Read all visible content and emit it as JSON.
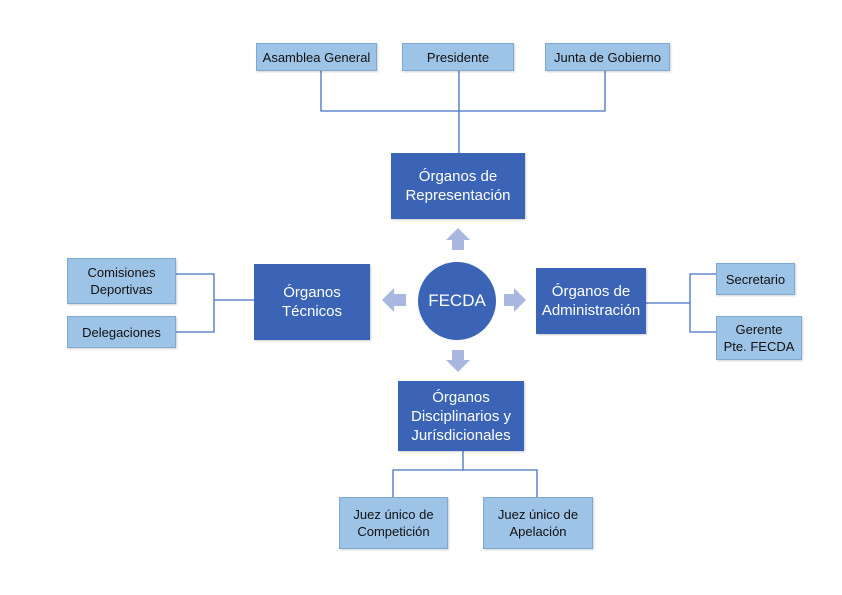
{
  "center": {
    "label": "FECDA"
  },
  "representacion": {
    "label": "Órganos de\nRepresentación",
    "children": [
      "Asamblea General",
      "Presidente",
      "Junta de Gobierno"
    ]
  },
  "tecnicos": {
    "label": "Órganos\nTécnicos",
    "children": [
      "Comisiones\nDeportivas",
      "Delegaciones"
    ]
  },
  "administracion": {
    "label": "Órganos de\nAdministración",
    "children": [
      "Secretario",
      "Gerente\nPte. FECDA"
    ]
  },
  "disciplinarios": {
    "label": "Órganos\nDisciplinarios y\nJurísdicionales",
    "children": [
      "Juez único de\nCompetición",
      "Juez único de\nApelación"
    ]
  },
  "colors": {
    "dark_box": "#3b64b6",
    "light_box": "#9dc3e6",
    "connector": "#4472c4",
    "arrow": "#a9b7e0"
  }
}
